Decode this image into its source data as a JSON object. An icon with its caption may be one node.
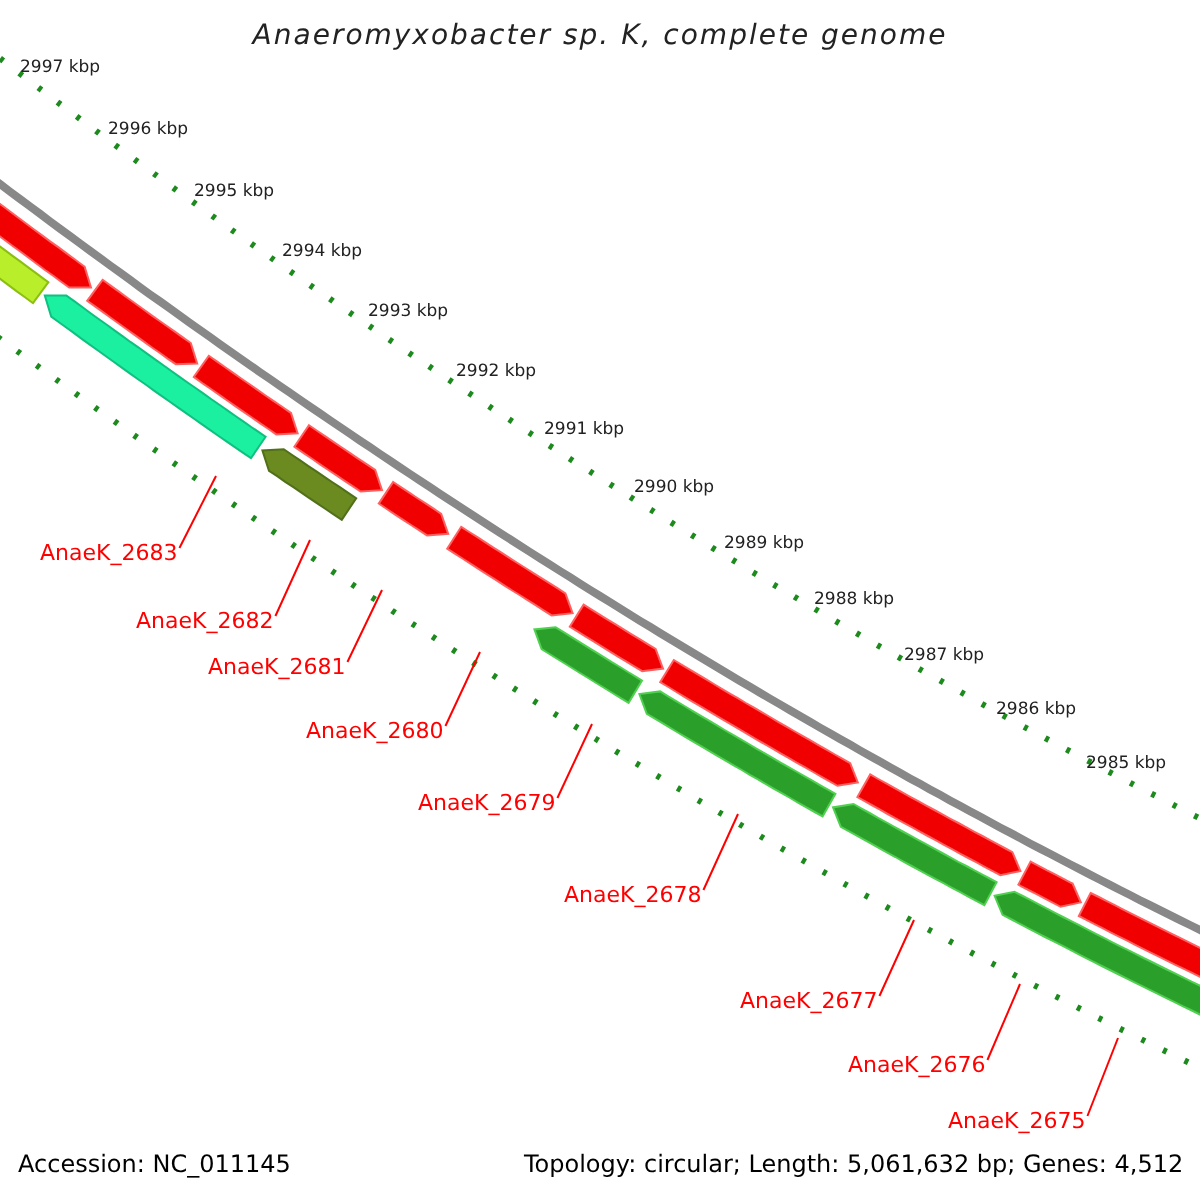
{
  "diagram": {
    "title": "Anaeromyxobacter sp. K, complete genome",
    "nodes": [
      {
        "text": [
          "AnaeK_2683"
        ]
      },
      {
        "text": [
          "AnaeK_2682"
        ]
      },
      {
        "text": [
          "AnaeK_2681"
        ]
      },
      {
        "text": [
          "AnaeK_2680"
        ]
      },
      {
        "text": [
          "AnaeK_2679"
        ]
      },
      {
        "text": [
          "AnaeK_2678"
        ]
      },
      {
        "text": [
          "AnaeK_2677"
        ]
      },
      {
        "text": [
          "AnaeK_2676"
        ]
      },
      {
        "text": [
          "AnaeK_2675"
        ]
      }
    ],
    "edges": [
      {
        "from": 0,
        "to": null,
        "arrow": "none"
      },
      {
        "from": 1,
        "to": null,
        "arrow": "none"
      },
      {
        "from": 2,
        "to": null,
        "arrow": "none"
      },
      {
        "from": 3,
        "to": null,
        "arrow": "none"
      },
      {
        "from": 4,
        "to": null,
        "arrow": "none"
      },
      {
        "from": 5,
        "to": null,
        "arrow": "none"
      },
      {
        "from": 6,
        "to": null,
        "arrow": "none"
      },
      {
        "from": 7,
        "to": null,
        "arrow": "none"
      },
      {
        "from": 8,
        "to": null,
        "arrow": "none"
      }
    ],
    "labels": [
      "2997 kbp",
      "2996 kbp",
      "2995 kbp",
      "2994 kbp",
      "2993 kbp",
      "2992 kbp",
      "2991 kbp",
      "2990 kbp",
      "2989 kbp",
      "2988 kbp",
      "2987 kbp",
      "2986 kbp",
      "2985 kbp",
      "Accession: NC_011145",
      "Topology: circular; Length: 5,061,632 bp; Genes: 4,512"
    ]
  }
}
